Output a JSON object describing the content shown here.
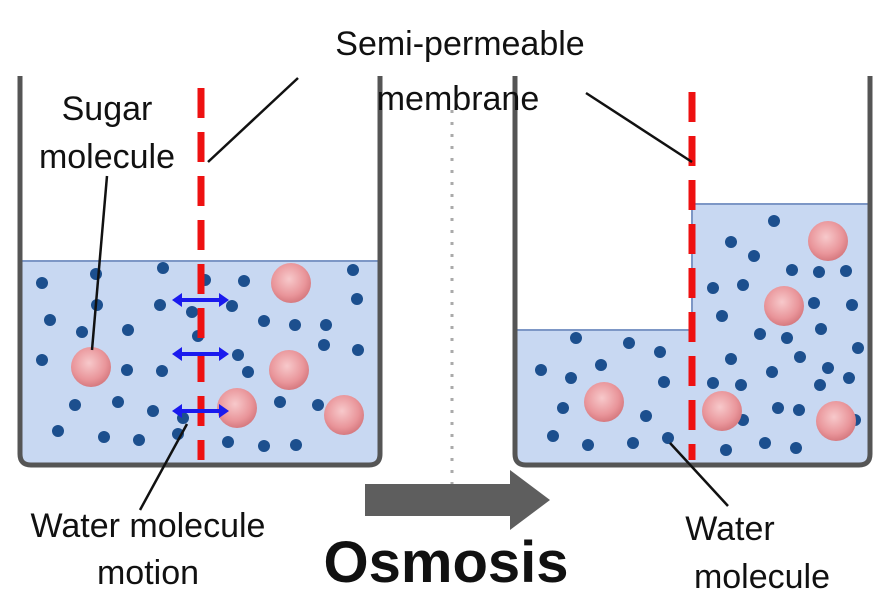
{
  "labels": {
    "membrane_line1": "Semi-permeable",
    "membrane_line2": "membrane",
    "sugar_line1": "Sugar",
    "sugar_line2": "molecule",
    "motion_line1": "Water molecule",
    "motion_line2": "motion",
    "water_line1": "Water",
    "water_line2": "molecule",
    "title": "Osmosis"
  },
  "colors": {
    "water_fill": "#c8d8f2",
    "water_surface": "#7d97c6",
    "water_molecule": "#1c4f8e",
    "sugar_molecule": "#e9959a",
    "membrane": "#ee1111",
    "motion_arrow": "#1a1aee",
    "process_arrow": "#5e5e5e",
    "container": "#555555"
  },
  "icons": {
    "process": "right-arrow-icon",
    "motion": "double-headed-arrow-icon"
  }
}
